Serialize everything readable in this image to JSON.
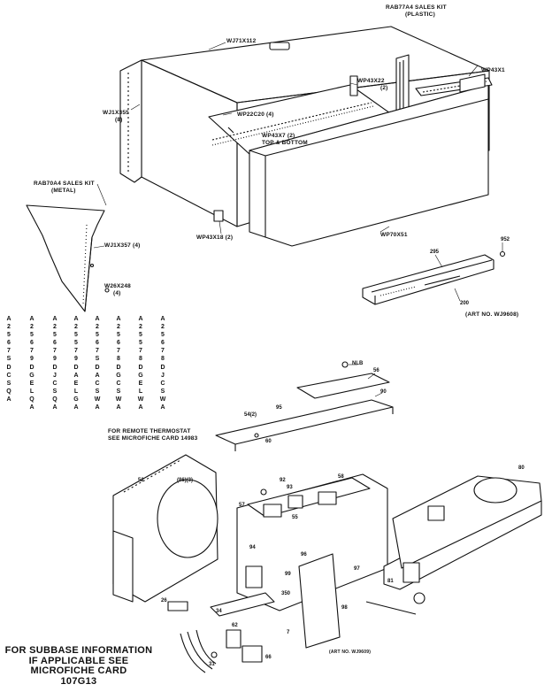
{
  "top": {
    "kit_plastic_1": "RAB77A4 SALES KIT",
    "kit_plastic_2": "(PLASTIC)",
    "kit_metal_1": "RAB70A4 SALES KIT",
    "kit_metal_2": "(METAL)"
  },
  "upper_parts": {
    "wj71x112": "WJ71X112",
    "wj1x355": "WJ1X355",
    "wj1x355_qty": "(8)",
    "wp22c20": "WP22C20 (4)",
    "wp43x7_a": "WP43X7 (2)",
    "wp43x7_b": "TOP & BOTTOM",
    "wp43x22": "WP43X22",
    "wp43x22_qty": "(2)",
    "wp43x1": "WP43X1",
    "wp43x18": "WP43X18 (2)",
    "wp70x51": "WP70X51",
    "wj1x357": "WJ1X357 (4)",
    "w26x248": "W26X248",
    "w26x248_qty": "(4)",
    "n295": "295",
    "n200": "200",
    "n952": "952",
    "art_no": "(ART NO. WJ9608)"
  },
  "model_columns": [
    [
      "A",
      "2",
      "5",
      "6",
      "7",
      "S",
      "D",
      "C",
      "S",
      "Q",
      "A"
    ],
    [
      "A",
      "2",
      "5",
      "6",
      "7",
      "9",
      "D",
      "G",
      "E",
      "L",
      "Q",
      "A"
    ],
    [
      "A",
      "2",
      "5",
      "6",
      "7",
      "9",
      "D",
      "J",
      "C",
      "S",
      "Q",
      "A"
    ],
    [
      "A",
      "2",
      "5",
      "5",
      "7",
      "9",
      "D",
      "A",
      "E",
      "L",
      "G",
      "A"
    ],
    [
      "A",
      "2",
      "5",
      "6",
      "7",
      "S",
      "D",
      "A",
      "C",
      "S",
      "W",
      "A"
    ],
    [
      "A",
      "2",
      "5",
      "6",
      "7",
      "8",
      "D",
      "G",
      "C",
      "S",
      "W",
      "A"
    ],
    [
      "A",
      "2",
      "5",
      "5",
      "7",
      "8",
      "D",
      "G",
      "E",
      "L",
      "W",
      "A"
    ],
    [
      "A",
      "2",
      "5",
      "6",
      "7",
      "8",
      "D",
      "J",
      "C",
      "S",
      "W",
      "A"
    ]
  ],
  "thermostat_note_1": "FOR REMOTE THERMOSTAT",
  "thermostat_note_2": "SEE MICROFICHE CARD 14983",
  "lower_parts": {
    "nlb": "NLB",
    "n56": "56",
    "n90": "90",
    "n95": "95",
    "n54": "54(2)",
    "n60": "60",
    "n52": "52",
    "n92": "92",
    "n86": "(86)(3)",
    "n93": "93",
    "n58": "58",
    "n57": "57",
    "n55": "55",
    "n94": "94",
    "n96": "96",
    "n97": "97",
    "n98": "98",
    "n99": "99",
    "n350": "350",
    "n80": "80",
    "n81": "81",
    "n7": "7",
    "n26": "26",
    "n31": "31",
    "n34": "34",
    "n62": "62",
    "n66": "66",
    "art_no_2": "(ART NO. WJ9609)"
  },
  "subbase_note": [
    "FOR SUBBASE INFORMATION",
    "IF APPLICABLE SEE",
    "MICROFICHE CARD",
    "107G13"
  ]
}
